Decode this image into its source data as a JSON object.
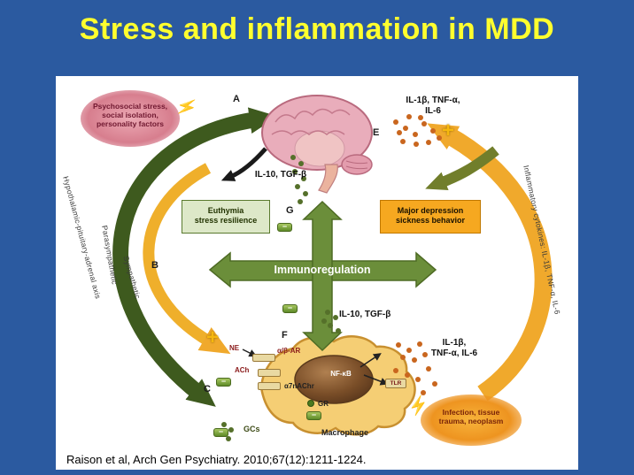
{
  "slide": {
    "title": "Stress and inflammation in MDD",
    "citation": "Raison et al, Arch Gen Psychiatry. 2010;67(12):1211-1224."
  },
  "nodes": {
    "psychosocial": "Psychosocial stress,\nsocial isolation,\npersonality factors",
    "infection": "Infection, tissue\ntrauma, neoplasm",
    "euthymia": "Euthymia\nstress resilience",
    "major_depression": "Major depression\nsickness behavior",
    "immunoregulation": "Immunoregulation"
  },
  "cytokines": {
    "top_right": "IL-1β, TNF-α,\nIL-6",
    "bottom_right": "IL-1β,\nTNF-α, IL-6",
    "il10_top": "IL-10, TGF-β",
    "il10_mid": "IL-10, TGF-β"
  },
  "pathways": {
    "hpa": "Hypothalamic-pituitary-adrenal axis",
    "parasympathetic": "Parasympathetic",
    "sympathetic": "Sympathetic",
    "inflammatory": "Inflammatory cytokines: IL-1β, TNF-α, IL-6"
  },
  "letters": {
    "a": "A",
    "b": "B",
    "c": "C",
    "e": "E",
    "f": "F",
    "g": "G"
  },
  "macrophage": {
    "ne": "NE",
    "ab_ar": "α/β-AR",
    "ach": "ACh",
    "a7nachr": "α7nAChr",
    "gr": "GR",
    "gcs": "GCs",
    "nfkb": "NF-κB",
    "tlr": "TLR",
    "label": "Macrophage"
  },
  "signs": {
    "plus": "+",
    "minus": "−"
  },
  "colors": {
    "background": "#2B5AA0",
    "title": "#FFFF2E",
    "dark_green_arrow": "#3E5A1E",
    "yellow_arrow": "#F0A92C",
    "cross_green": "#6B8E3A",
    "orange_box": "#F6A820",
    "green_box": "#DDE8C8"
  }
}
